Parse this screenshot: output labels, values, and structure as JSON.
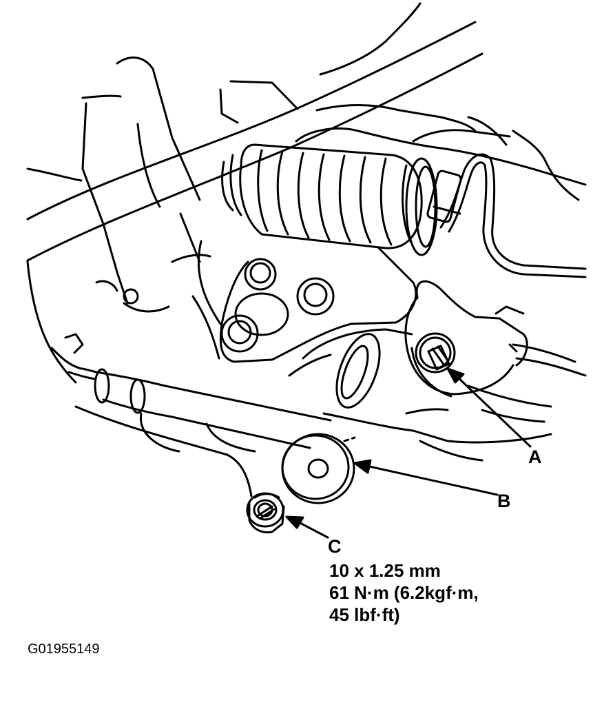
{
  "callouts": {
    "a": "A",
    "b": "B",
    "c": "C"
  },
  "spec_lines": [
    "10 x 1.25 mm",
    "61 N·m (6.2kgf·m,",
    "45 lbf·ft)"
  ],
  "figure_code": "G01955149",
  "colors": {
    "line": "#000000",
    "background": "#ffffff"
  }
}
